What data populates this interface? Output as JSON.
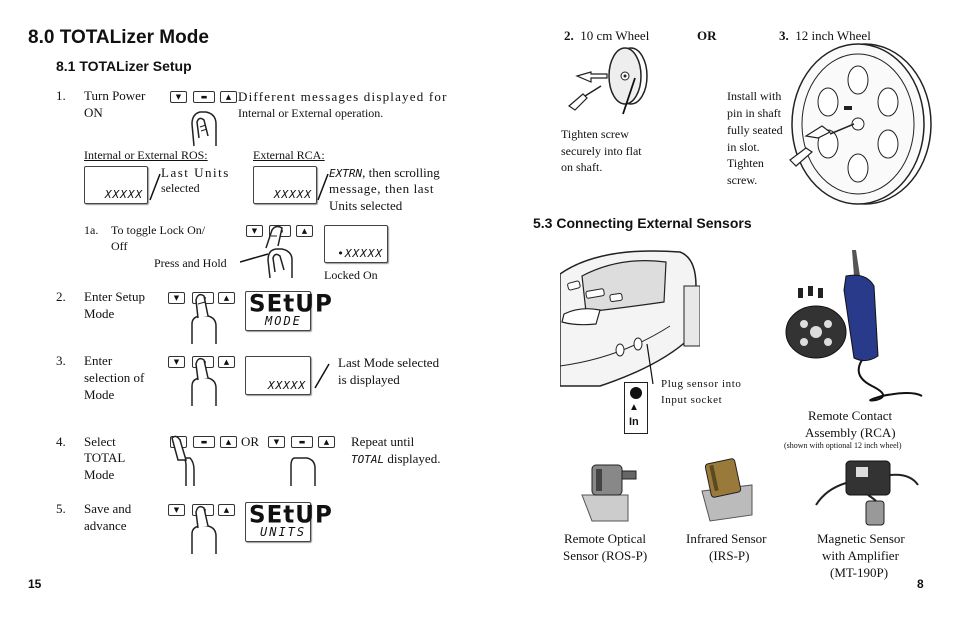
{
  "left_page": {
    "title": "8.0 TOTALizer Mode",
    "subtitle": "8.1  TOTALizer Setup",
    "step1": {
      "num": "1.",
      "label1": "Turn Power",
      "label2": "ON",
      "desc1": "Different messages displayed for",
      "desc2": "Internal or External operation."
    },
    "internal_label": "Internal or External ROS:",
    "external_label": "External RCA:",
    "internal_desc1": "Last Units",
    "internal_desc2": "selected",
    "lcd_xxxxx": "XXXXX",
    "extrn": "EXTRN",
    "external_desc1": ", then scrolling",
    "external_desc2": "message, then last",
    "external_desc3": "Units selected",
    "step1a": {
      "num": "1a.",
      "label1": "To toggle Lock On/",
      "label2": "Off",
      "press_hold": "Press and Hold",
      "locked_on": "Locked On"
    },
    "step2": {
      "num": "2.",
      "label1": "Enter Setup",
      "label2": "Mode",
      "lcd_big": "SEtUP",
      "lcd_small": "MODE"
    },
    "step3": {
      "num": "3.",
      "label1": "Enter",
      "label2": "selection of",
      "label3": "Mode",
      "desc1": "Last Mode selected",
      "desc2": "is displayed"
    },
    "step4": {
      "num": "4.",
      "label1": "Select",
      "label2": "TOTAL",
      "label3": "Mode",
      "or": "OR",
      "desc1": "Repeat until",
      "desc_total": "TOTAL",
      "desc2": " displayed."
    },
    "step5": {
      "num": "5.",
      "label1": "Save and",
      "label2": "advance",
      "lcd_big": "SEtUP",
      "lcd_small": "UNITS"
    },
    "page_number": "15"
  },
  "right_page": {
    "wheel2": {
      "num": "2.",
      "label": "10 cm Wheel"
    },
    "or": "OR",
    "wheel3": {
      "num": "3.",
      "label": "12 inch Wheel"
    },
    "tighten1": "Tighten screw",
    "tighten2": "securely into flat",
    "tighten3": "on shaft.",
    "install1": "Install with",
    "install2": "pin in shaft",
    "install3": "fully seated",
    "install4": "in slot.",
    "install5": "Tighten",
    "install6": "screw.",
    "section": "5.3  Connecting External Sensors",
    "plug1": "Plug sensor into",
    "plug2": "Input socket",
    "in_label": "In",
    "rca1": "Remote Contact",
    "rca2": "Assembly (RCA)",
    "rca_note": "(shown with optional 12 inch wheel)",
    "ros1": "Remote Optical",
    "ros2": "Sensor (ROS-P)",
    "irs1": "Infrared Sensor",
    "irs2": "(IRS-P)",
    "mt1": "Magnetic Sensor",
    "mt2": "with Amplifier",
    "mt3": "(MT-190P)",
    "page_number": "8"
  },
  "icons": [
    "finger-press-icon",
    "button-down-icon",
    "button-up-icon",
    "button-mode-icon",
    "wheel-icon",
    "arrow-left-icon",
    "tachometer-icon",
    "sensor-icon"
  ]
}
